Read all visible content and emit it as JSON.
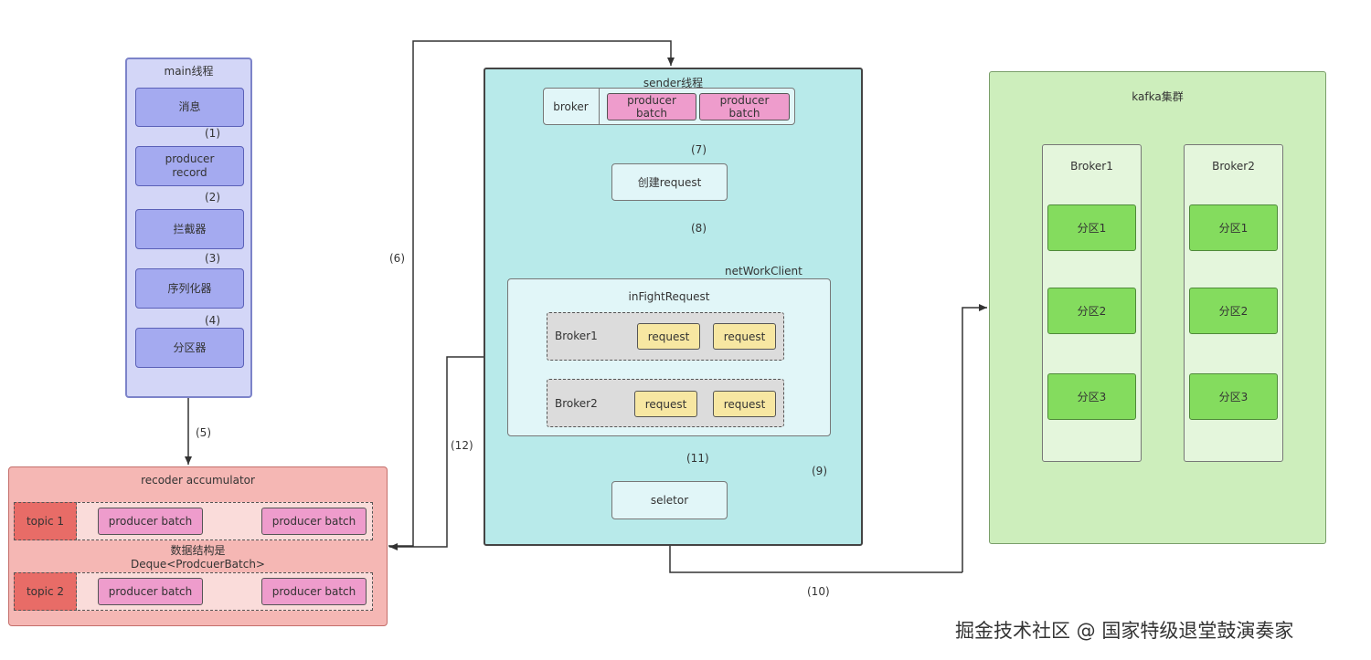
{
  "main_thread": {
    "title": "main线程",
    "steps": [
      "消息",
      "producer\nrecord",
      "拦截器",
      "序列化器",
      "分区器"
    ]
  },
  "step_labels": {
    "s1": "(1)",
    "s2": "(2)",
    "s3": "(3)",
    "s4": "(4)",
    "s5": "(5)",
    "s6": "(6)",
    "s7": "(7)",
    "s8": "(8)",
    "s9": "(9)",
    "s10": "(10)",
    "s11": "(11)",
    "s12": "(12)"
  },
  "accumulator": {
    "title": "recoder accumulator",
    "topic1": "topic 1",
    "topic2": "topic 2",
    "batch": "producer batch",
    "structure_note": "数据结构是\nDeque<ProdcuerBatch>"
  },
  "sender": {
    "title": "sender线程",
    "broker": "broker",
    "batch": "producer\nbatch",
    "create_request": "创建request",
    "network_client": "netWorkClient",
    "inflight": "inFightRequest",
    "broker1": "Broker1",
    "broker2": "Broker2",
    "request": "request",
    "selector": "seletor"
  },
  "kafka": {
    "title": "kafka集群",
    "broker1": "Broker1",
    "broker2": "Broker2",
    "p1": "分区1",
    "p2": "分区2",
    "p3": "分区3"
  },
  "watermark": "掘金技术社区 @ 国家特级退堂鼓演奏家",
  "colors": {
    "main_thread_bg": "#d3d6f7",
    "main_step": "#a4aaf0",
    "accumulator_bg": "#f5b7b4",
    "topic_tag": "#e86c67",
    "producer_batch": "#ee9ccc",
    "sender_bg": "#b8eaea",
    "request": "#f7e7a2",
    "kafka_bg": "#cdeebc",
    "partition": "#84dc5e"
  }
}
